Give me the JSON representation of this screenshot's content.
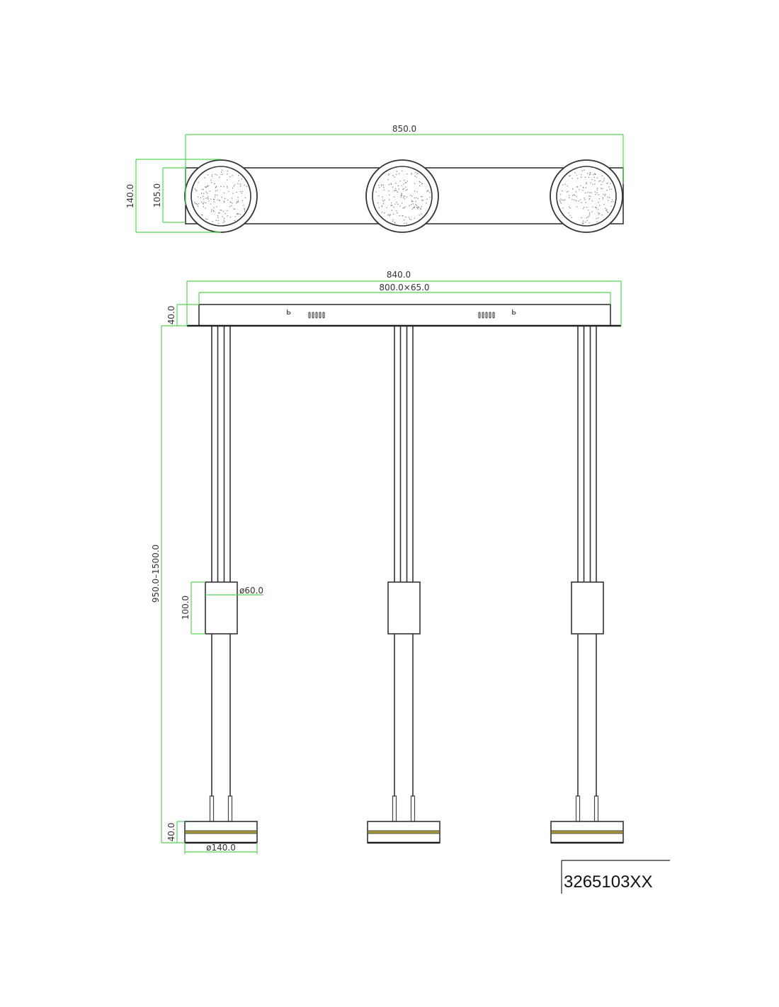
{
  "top_view": {
    "width_label": "850.0",
    "height_outer_label": "140.0",
    "height_inner_label": "105.0"
  },
  "front_view": {
    "canopy_length_label": "840.0",
    "canopy_size_label": "800.0×65.0",
    "canopy_height_label": "40.0",
    "drop_label": "950.0–1500.0",
    "cylinder_height_label": "100.0",
    "cylinder_diameter_label": "ø60.0",
    "head_height_label": "40.0",
    "head_diameter_label": "ø140.0"
  },
  "product_code": "3265103XX",
  "colors": {
    "dimension": "#55d455",
    "line": "#333333",
    "accent": "#a89a3a"
  }
}
